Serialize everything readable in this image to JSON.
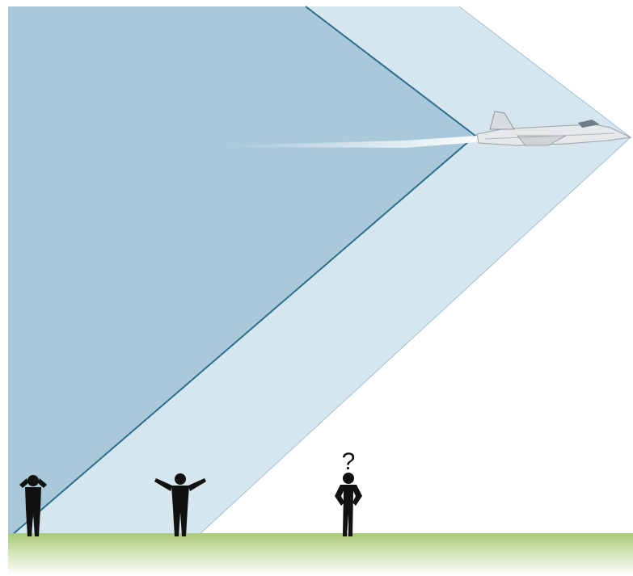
{
  "diagram": {
    "subject": "sonic-boom-shock-cones",
    "colors": {
      "outer_cone": "#d6e6ee",
      "inner_cone": "#a9c9da",
      "cone_edge": "#2a6f8e",
      "ground": "#b9d58a",
      "silhouette": "#111111",
      "aircraft": "#e6e8ea"
    },
    "observers": [
      {
        "id": "observer-covering-ears",
        "pose": "hands-over-ears"
      },
      {
        "id": "observer-arms-raised",
        "pose": "arms-raised"
      },
      {
        "id": "observer-confused",
        "pose": "hands-on-hips",
        "label": "?"
      }
    ]
  }
}
